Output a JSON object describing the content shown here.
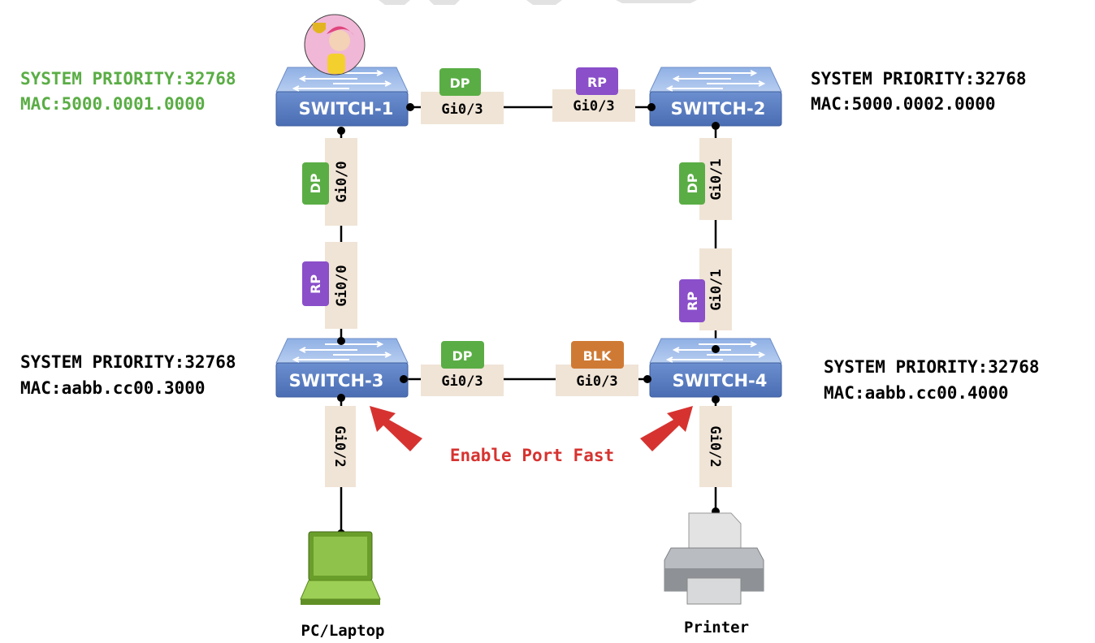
{
  "colors": {
    "root_text": "#5aad45",
    "dp": "#5aad45",
    "rp": "#8a4fc9",
    "blk": "#cf7a34",
    "port_box": "#f0e4d6",
    "switch_front": "#5b7fc4",
    "switch_top": "#a9c3ec",
    "annotation": "#d63330"
  },
  "switches": [
    {
      "name": "SWITCH-1",
      "priority": "SYSTEM PRIORITY:32768",
      "mac": "MAC:5000.0001.0000",
      "root": true
    },
    {
      "name": "SWITCH-2",
      "priority": "SYSTEM PRIORITY:32768",
      "mac": "MAC:5000.0002.0000"
    },
    {
      "name": "SWITCH-3",
      "priority": "SYSTEM PRIORITY:32768",
      "mac": "MAC:aabb.cc00.3000"
    },
    {
      "name": "SWITCH-4",
      "priority": "SYSTEM PRIORITY:32768",
      "mac": "MAC:aabb.cc00.4000"
    }
  ],
  "ports": {
    "s1_s2_left": {
      "port": "Gi0/3",
      "role": "DP"
    },
    "s1_s2_right": {
      "port": "Gi0/3",
      "role": "RP"
    },
    "s1_s3_top": {
      "port": "Gi0/0",
      "role": "DP"
    },
    "s1_s3_bottom": {
      "port": "Gi0/0",
      "role": "RP"
    },
    "s2_s4_top": {
      "port": "Gi0/1",
      "role": "DP"
    },
    "s2_s4_bottom": {
      "port": "Gi0/1",
      "role": "RP"
    },
    "s3_s4_left": {
      "port": "Gi0/3",
      "role": "DP"
    },
    "s3_s4_right": {
      "port": "Gi0/3",
      "role": "BLK"
    },
    "s3_pc": {
      "port": "Gi0/2"
    },
    "s4_printer": {
      "port": "Gi0/2"
    }
  },
  "endpoints": {
    "pc": "PC/Laptop",
    "printer": "Printer"
  },
  "annotation": "Enable Port Fast",
  "icons": [
    "switch-icon",
    "laptop-icon",
    "printer-icon",
    "root-bridge-avatar-icon",
    "arrow-icon"
  ]
}
